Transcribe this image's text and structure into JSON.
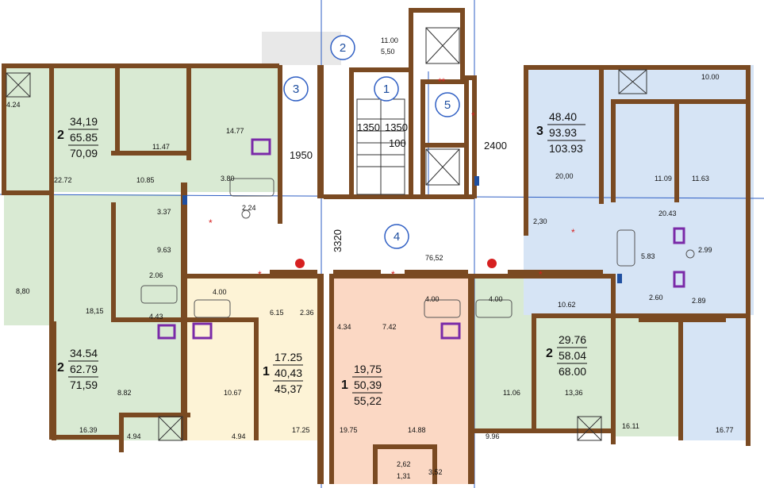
{
  "colors": {
    "wall": "#7a4a22",
    "green_apartment": "#d9ead3",
    "yellow_apartment": "#fdf3d6",
    "peach_apartment": "#fbd8c4",
    "blue_apartment": "#d6e4f5",
    "axis_line": "#2f5fc4",
    "marker_red": "#d62020"
  },
  "circled_numbers": [
    "1",
    "2",
    "3",
    "4",
    "5"
  ],
  "stair_dimensions": {
    "left": "1350",
    "right": "1350",
    "bottom": "100"
  },
  "corridor_dimensions": {
    "width_left": "1950",
    "width_right": "2400",
    "height": "3320"
  },
  "apartments": [
    {
      "rooms": "2",
      "living": "34,19",
      "total": "65.85",
      "full": "70,09"
    },
    {
      "rooms": "2",
      "living": "34.54",
      "total": "62.79",
      "full": "71,59"
    },
    {
      "rooms": "1",
      "living": "17.25",
      "total": "40,43",
      "full": "45,37"
    },
    {
      "rooms": "1",
      "living": "19,75",
      "total": "50,39",
      "full": "55,22"
    },
    {
      "rooms": "2",
      "living": "29.76",
      "total": "58.04",
      "full": "68.00"
    },
    {
      "rooms": "3",
      "living": "48.40",
      "total": "93.93",
      "full": "103.93"
    }
  ],
  "room_areas": {
    "balcony_top_left": "4.24",
    "nw_living": "22.72",
    "nw_bedroom": "11.47",
    "nw_kitchen": "14.77",
    "nw_hall": "10.85",
    "nw_bath": "3.80",
    "nw_wc": "2.24",
    "w_hall": "3.37",
    "w_balcony": "8,80",
    "w_living": "18,15",
    "w_small1": "9.63",
    "w_small2": "2.06",
    "w_bath": "4.43",
    "sw_hall": "8.82",
    "sw_living": "16.39",
    "sw_loggia": "4.94",
    "a1_bath": "4.00",
    "a1_hall": "6.15",
    "a1_wc": "2.36",
    "a1_kitchen": "10.67",
    "a1_room": "17.25",
    "a1_loggia": "4.94",
    "a2_small": "4.34",
    "a2_hall": "7.42",
    "a2_corridor": "76,52",
    "a2_bath": "4.00",
    "a2_room": "19.75",
    "a2_kitchen": "14.88",
    "a2_storage1": "2,62",
    "a2_storage2": "1,31",
    "a2_storage3": "3,52",
    "se_bath": "4.00",
    "se_hall": "10.62",
    "se_kitchen": "11.06",
    "se_bedroom": "13,36",
    "se_loggia": "9.96",
    "se_living": "16.11",
    "ne_balcony": "10.00",
    "ne_kitchen": "20,00",
    "ne_bed1": "11.09",
    "ne_bed2": "11.63",
    "ne_hall": "20.43",
    "ne_small": "2,30",
    "ne_bath": "5.83",
    "ne_wc": "2.99",
    "ne_closet": "2.60",
    "ne_hall2": "2.89",
    "ne_living": "16.77",
    "top_balcony1": "11.00",
    "top_balcony2": "5,50"
  }
}
